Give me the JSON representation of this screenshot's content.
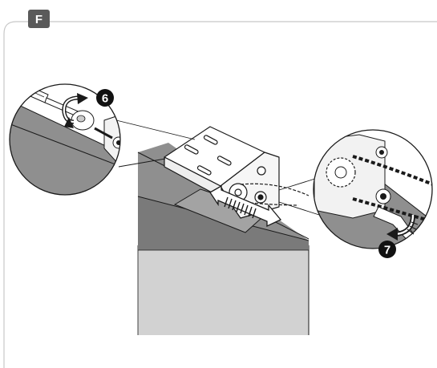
{
  "panel": {
    "label": "F",
    "label_bg": "#5a5a5a",
    "border_color": "#c8c8c8"
  },
  "steps": [
    {
      "number": "6",
      "icon": "rotate-counterclockwise-arrow-icon"
    },
    {
      "number": "7",
      "icon": "rotate-clockwise-arrow-icon"
    }
  ],
  "colors": {
    "line": "#1a1a1a",
    "rail_gray": "#8c8c8c",
    "rail_dark": "#6e6e6e",
    "rail_light": "#b4b4b4",
    "door_light": "#cfcfcf",
    "door_mid": "#a8a8a8",
    "badge_fill": "#111111"
  }
}
